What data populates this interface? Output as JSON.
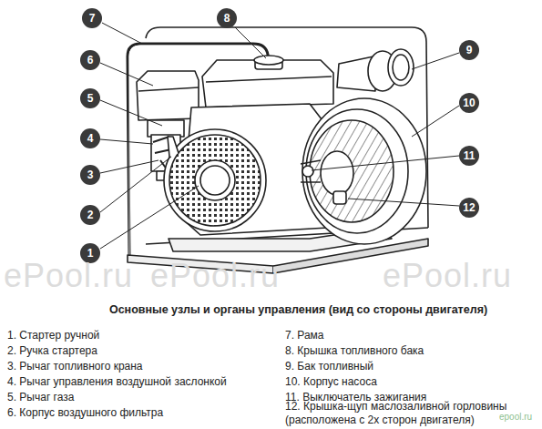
{
  "diagram": {
    "title": "Основные узлы и органы управления (вид со стороны двигателя)",
    "nodes": [
      {
        "text": [
          "7"
        ]
      },
      {
        "text": [
          "8"
        ]
      },
      {
        "text": [
          "9"
        ]
      },
      {
        "text": [
          "6"
        ]
      },
      {
        "text": [
          "10"
        ]
      },
      {
        "text": [
          "5"
        ]
      },
      {
        "text": [
          "4"
        ]
      },
      {
        "text": [
          "11"
        ]
      },
      {
        "text": [
          "3"
        ]
      },
      {
        "text": [
          "12"
        ]
      },
      {
        "text": [
          "2"
        ]
      },
      {
        "text": [
          "1"
        ]
      }
    ],
    "labels": [
      "1. Стартер ручной",
      "2. Ручка стартера",
      "3. Рычаг топливного крана",
      "4. Рычаг управления воздушной заслонкой",
      "5. Рычаг газа",
      "6. Корпус воздушного фильтра",
      "7. Рама",
      "8. Крышка топливного бака",
      "9. Бак топливный",
      "10. Корпус насоса",
      "11. Выключатель зажигания",
      "12. Крышка-щуп маслозаливной горловины (расположена с 2х сторон двигателя)",
      "ePool.ru",
      "ePool.ru",
      "ePool.ru",
      "epool.ru"
    ]
  }
}
